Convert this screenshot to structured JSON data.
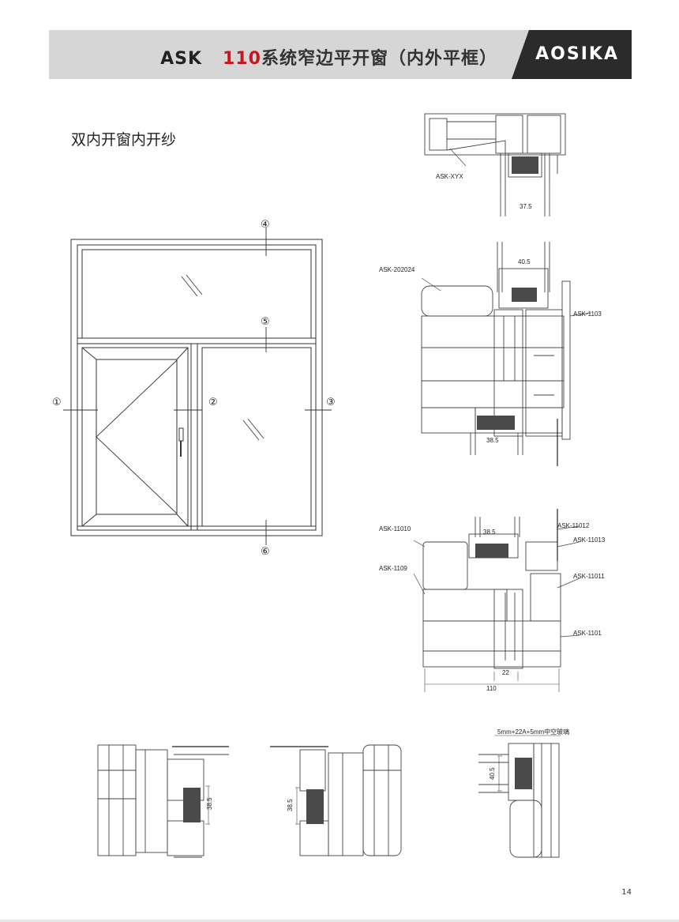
{
  "header": {
    "prefix": "ASK",
    "series": "110",
    "rest": "系统窄边平开窗（内外平框）",
    "brand": "AOSIKA"
  },
  "subtitle": "双内开窗内开纱",
  "elevation": {
    "markers": [
      "①",
      "②",
      "③",
      "④",
      "⑤",
      "⑥"
    ]
  },
  "sections": {
    "top": {
      "label": "ASK-XYX",
      "dim": "37.5"
    },
    "middle": {
      "labels": [
        "ASK-202024",
        "ASK-1103"
      ],
      "dims": [
        "40.5",
        "38.5"
      ]
    },
    "lower": {
      "labels": [
        "ASK-11010",
        "ASK-1109",
        "ASK-11012",
        "ASK-11013",
        "ASK-11011",
        "ASK-1101"
      ],
      "dims": [
        "38.5",
        "22",
        "110"
      ]
    },
    "bottom": {
      "dims": [
        "38.5",
        "38.5",
        "40.5"
      ],
      "glass_note": "5mm+22A+5mm中空玻璃"
    }
  },
  "page_number": "14",
  "colors": {
    "accent": "#c8161d",
    "header_bg": "#d6d6d6",
    "brand_bg": "#2b2b2b"
  }
}
